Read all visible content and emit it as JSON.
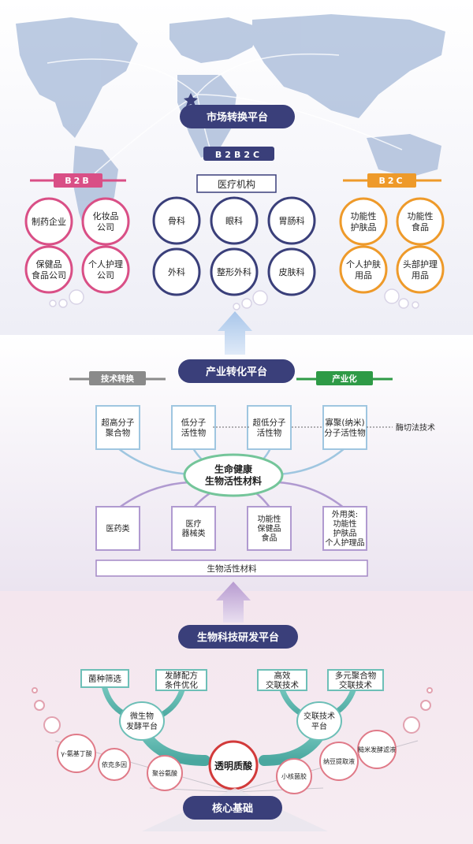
{
  "top": {
    "market_platform": "市场转换平台",
    "b2b2c": "B2B2C",
    "b2b": "B2B",
    "b2c": "B2C",
    "medical_institutions": "医疗机构",
    "b2b_items": [
      "制药企业",
      "化妆品\n公司",
      "保健品\n食品公司",
      "个人护理\n公司"
    ],
    "medical_items": [
      "骨科",
      "眼科",
      "胃肠科",
      "外科",
      "整形外科",
      "皮肤科"
    ],
    "b2c_items": [
      "功能性\n护肤品",
      "功能性\n食品",
      "个人护肤\n用品",
      "头部护理\n用品"
    ]
  },
  "middle": {
    "industry_platform": "产业转化平台",
    "tech_transfer": "技术转换",
    "industrialization": "产业化",
    "upper_boxes": [
      "超高分子\n聚合物",
      "低分子\n活性物",
      "超低分子\n活性物",
      "寡聚(纳米)\n分子活性物"
    ],
    "enzyme_tech": "酶切法技术",
    "center": "生命健康\n生物活性材料",
    "lower_boxes": [
      "医药类",
      "医疗\n器械类",
      "功能性\n保健品\n食品",
      "外用类:\n功能性\n护肤品\n个人护理品"
    ],
    "bottom_bar": "生物活性材料"
  },
  "bottom": {
    "rd_platform": "生物科技研发平台",
    "left_boxes": [
      "菌种筛选",
      "发酵配方\n条件优化"
    ],
    "right_boxes": [
      "高效\n交联技术",
      "多元聚合物\n交联技术"
    ],
    "left_node": "微生物\n发酵平台",
    "right_node": "交联技术\n平台",
    "hyaluronic": "透明质酸",
    "left_circles": [
      "γ-氨基丁酸",
      "依克多因",
      "聚谷氨酸"
    ],
    "right_circles": [
      "小核菌胶",
      "纳豆提取液",
      "糙米发酵滤液"
    ],
    "core_base": "核心基础"
  },
  "colors": {
    "navy": "#3a3f7a",
    "pink": "#d94f86",
    "orange": "#ee9a2a",
    "teal": "#6dbfb7",
    "green": "#2e9a46",
    "gray": "#888888",
    "red": "#d23a3a"
  }
}
